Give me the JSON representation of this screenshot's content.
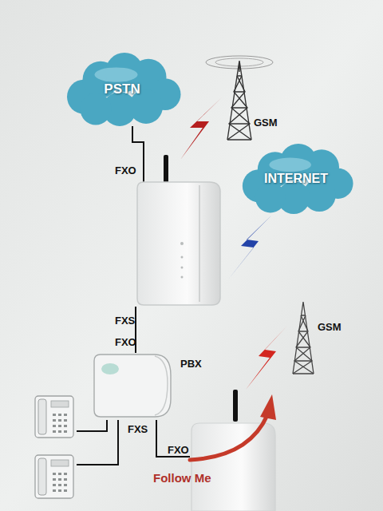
{
  "diagram": {
    "nodes": [
      {
        "text": [
          "PSTN"
        ]
      },
      {
        "text": [
          "INTERNET"
        ]
      },
      {
        "text": [
          "PBX"
        ]
      }
    ],
    "labels": [
      "GSM",
      "FXO",
      "FXS",
      "FXO",
      "GSM",
      "FXS",
      "FXO",
      "Follow Me"
    ]
  }
}
